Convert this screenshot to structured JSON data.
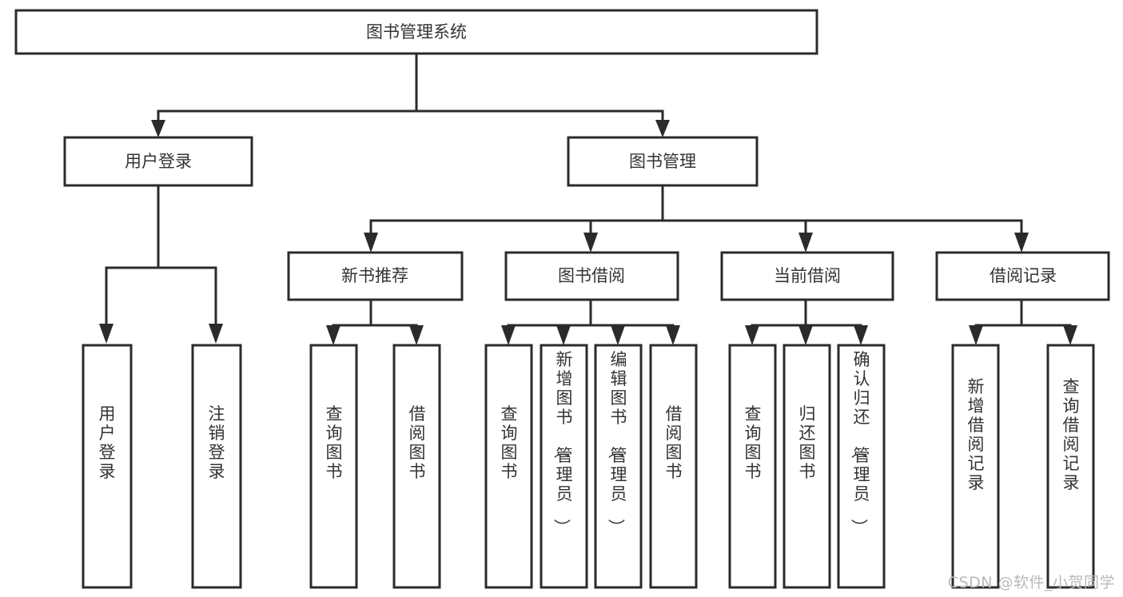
{
  "diagram": {
    "title": "图书管理系统",
    "type": "tree-hierarchy-functional-structure-diagram",
    "watermark": "CSDN @软件_小贺同学",
    "root": {
      "id": "root",
      "label": "图书管理系统",
      "orientation": "horizontal"
    },
    "level1": [
      {
        "id": "user-login",
        "label": "用户登录",
        "orientation": "horizontal"
      },
      {
        "id": "book-manage",
        "label": "图书管理",
        "orientation": "horizontal"
      }
    ],
    "level2": [
      {
        "id": "new-book-recommend",
        "label": "新书推荐",
        "parent": "book-manage",
        "orientation": "horizontal"
      },
      {
        "id": "book-borrow",
        "label": "图书借阅",
        "parent": "book-manage",
        "orientation": "horizontal"
      },
      {
        "id": "current-borrow",
        "label": "当前借阅",
        "parent": "book-manage",
        "orientation": "horizontal"
      },
      {
        "id": "borrow-record",
        "label": "借阅记录",
        "parent": "book-manage",
        "orientation": "horizontal"
      }
    ],
    "leaves": [
      {
        "id": "leaf-user-login",
        "label": "用户登录",
        "parent": "user-login",
        "orientation": "vertical"
      },
      {
        "id": "leaf-user-logout",
        "label": "注销登录",
        "parent": "user-login",
        "orientation": "vertical"
      },
      {
        "id": "leaf-query-book-1",
        "label": "查询图书",
        "parent": "new-book-recommend",
        "orientation": "vertical"
      },
      {
        "id": "leaf-borrow-book-1",
        "label": "借阅图书",
        "parent": "new-book-recommend",
        "orientation": "vertical"
      },
      {
        "id": "leaf-query-book-2",
        "label": "查询图书",
        "parent": "book-borrow",
        "orientation": "vertical"
      },
      {
        "id": "leaf-add-book",
        "label": "新增图书（管理员）",
        "parent": "book-borrow",
        "orientation": "vertical"
      },
      {
        "id": "leaf-edit-book",
        "label": "编辑图书（管理员）",
        "parent": "book-borrow",
        "orientation": "vertical"
      },
      {
        "id": "leaf-borrow-book-2",
        "label": "借阅图书",
        "parent": "book-borrow",
        "orientation": "vertical"
      },
      {
        "id": "leaf-query-book-3",
        "label": "查询图书",
        "parent": "current-borrow",
        "orientation": "vertical"
      },
      {
        "id": "leaf-return-book",
        "label": "归还图书",
        "parent": "current-borrow",
        "orientation": "vertical"
      },
      {
        "id": "leaf-confirm-return",
        "label": "确认归还（管理员）",
        "parent": "current-borrow",
        "orientation": "vertical"
      },
      {
        "id": "leaf-add-record",
        "label": "新增借阅记录",
        "parent": "borrow-record",
        "orientation": "vertical"
      },
      {
        "id": "leaf-query-record",
        "label": "查询借阅记录",
        "parent": "borrow-record",
        "orientation": "vertical"
      }
    ],
    "colors": {
      "box_fill": "#ffffff",
      "box_stroke": "#2b2b2b",
      "text": "#333333",
      "background": "#ffffff",
      "watermark": "#b9b9b9"
    }
  }
}
